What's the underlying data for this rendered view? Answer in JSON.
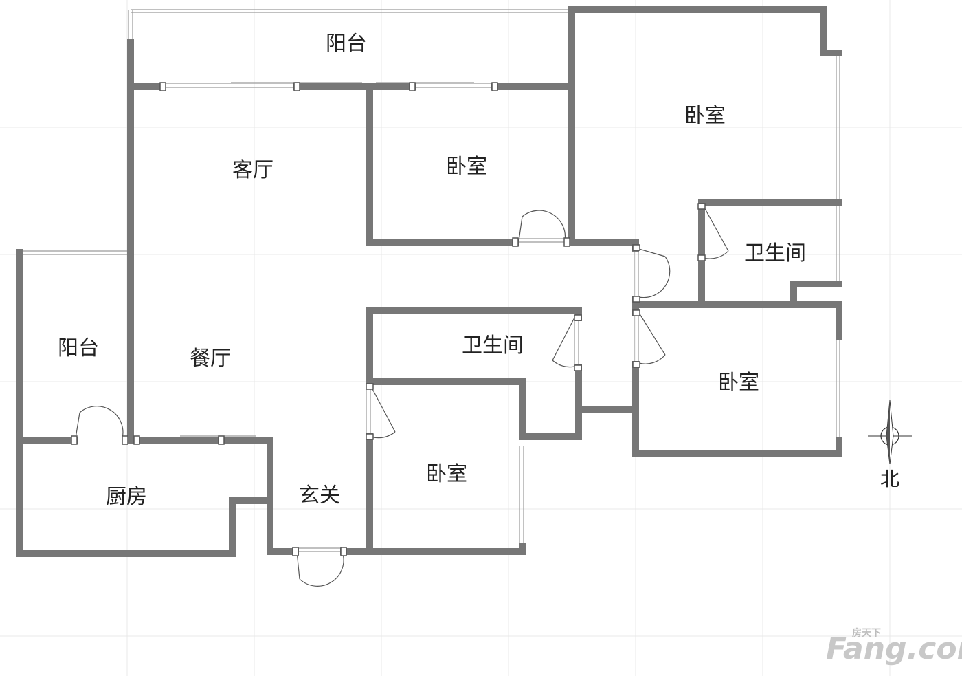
{
  "rooms": {
    "balcony_top": "阳台",
    "living_room": "客厅",
    "bedroom_center": "卧室",
    "bedroom_northeast": "卧室",
    "bathroom_east": "卫生间",
    "balcony_west": "阳台",
    "dining_room": "餐厅",
    "bathroom_center": "卫生间",
    "bedroom_east": "卧室",
    "bedroom_south": "卧室",
    "kitchen": "厨房",
    "entrance": "玄关"
  },
  "compass": {
    "label": "北"
  },
  "watermark": {
    "small": "房天下",
    "big": "Fang.com"
  },
  "colors": {
    "wall": "#777777",
    "grid": "#e9e9e9",
    "window": "#9a9a9a",
    "background": "#ffffff"
  }
}
